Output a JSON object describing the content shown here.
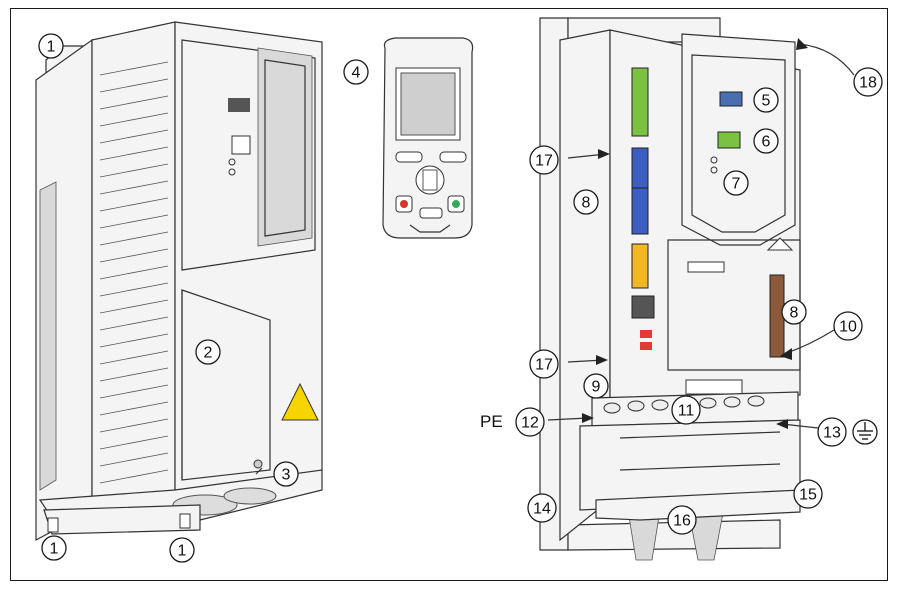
{
  "callouts": [
    {
      "id": "c1a",
      "label": "1"
    },
    {
      "id": "c1b",
      "label": "1"
    },
    {
      "id": "c1c",
      "label": "1"
    },
    {
      "id": "c2",
      "label": "2"
    },
    {
      "id": "c3",
      "label": "3"
    },
    {
      "id": "c4",
      "label": "4"
    },
    {
      "id": "c5",
      "label": "5"
    },
    {
      "id": "c6",
      "label": "6"
    },
    {
      "id": "c7",
      "label": "7"
    },
    {
      "id": "c8a",
      "label": "8"
    },
    {
      "id": "c8b",
      "label": "8"
    },
    {
      "id": "c9",
      "label": "9"
    },
    {
      "id": "c10",
      "label": "10"
    },
    {
      "id": "c11",
      "label": "11"
    },
    {
      "id": "c12",
      "label": "12"
    },
    {
      "id": "c13",
      "label": "13"
    },
    {
      "id": "c14",
      "label": "14"
    },
    {
      "id": "c15",
      "label": "15"
    },
    {
      "id": "c16",
      "label": "16"
    },
    {
      "id": "c17a",
      "label": "17"
    },
    {
      "id": "c17b",
      "label": "17"
    },
    {
      "id": "c18",
      "label": "18"
    }
  ],
  "pe_label": "PE",
  "colors": {
    "terminal_green": "#7cc242",
    "terminal_blue": "#3b5fc0",
    "terminal_yellow": "#f2b824",
    "warning_yellow": "#f5d400",
    "red_button": "#d9342b",
    "green_button": "#3aa85a"
  }
}
